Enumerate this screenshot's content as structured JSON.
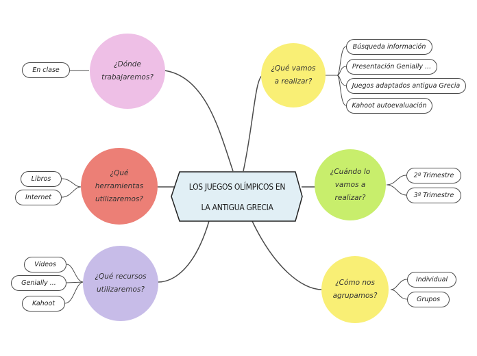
{
  "center": {
    "line1": "LOS JUEGOS OLÍMPICOS EN",
    "line2": "LA ANTIGUA GRECIA"
  },
  "branches": {
    "donde": {
      "line1": "¿Dónde",
      "line2": "trabajaremos?",
      "items": [
        "En clase"
      ]
    },
    "herramientas": {
      "line1": "¿Qué",
      "line2": "herramientas",
      "line3": "utilizaremos?",
      "items": [
        "Libros",
        "Internet"
      ]
    },
    "recursos": {
      "line1": "¿Qué recursos",
      "line2": "utilizaremos?",
      "items": [
        "Vídeos",
        "Genially ...",
        "Kahoot"
      ]
    },
    "que": {
      "line1": "¿Qué vamos",
      "line2": "a realizar?",
      "items": [
        "Búsqueda información",
        "Presentación Genially ...",
        "Juegos adaptados antigua Grecia",
        "Kahoot autoevaluación"
      ]
    },
    "cuando": {
      "line1": "¿Cuándo lo",
      "line2": "vamos a",
      "line3": "realizar?",
      "items": [
        "2º Trimestre",
        "3º Trimestre"
      ]
    },
    "como": {
      "line1": "¿Cómo nos",
      "line2": "agrupamos?",
      "items": [
        "Individual",
        "Grupos"
      ]
    }
  },
  "colors": {
    "donde": "#eebfe6",
    "herramientas": "#ec7f76",
    "recursos": "#c7bce8",
    "que": "#f9ef75",
    "cuando": "#c8ee6c",
    "como": "#f9ef75",
    "center_fill": "#e1eff5",
    "center_stroke": "#222222",
    "line": "#4a4a4a"
  }
}
